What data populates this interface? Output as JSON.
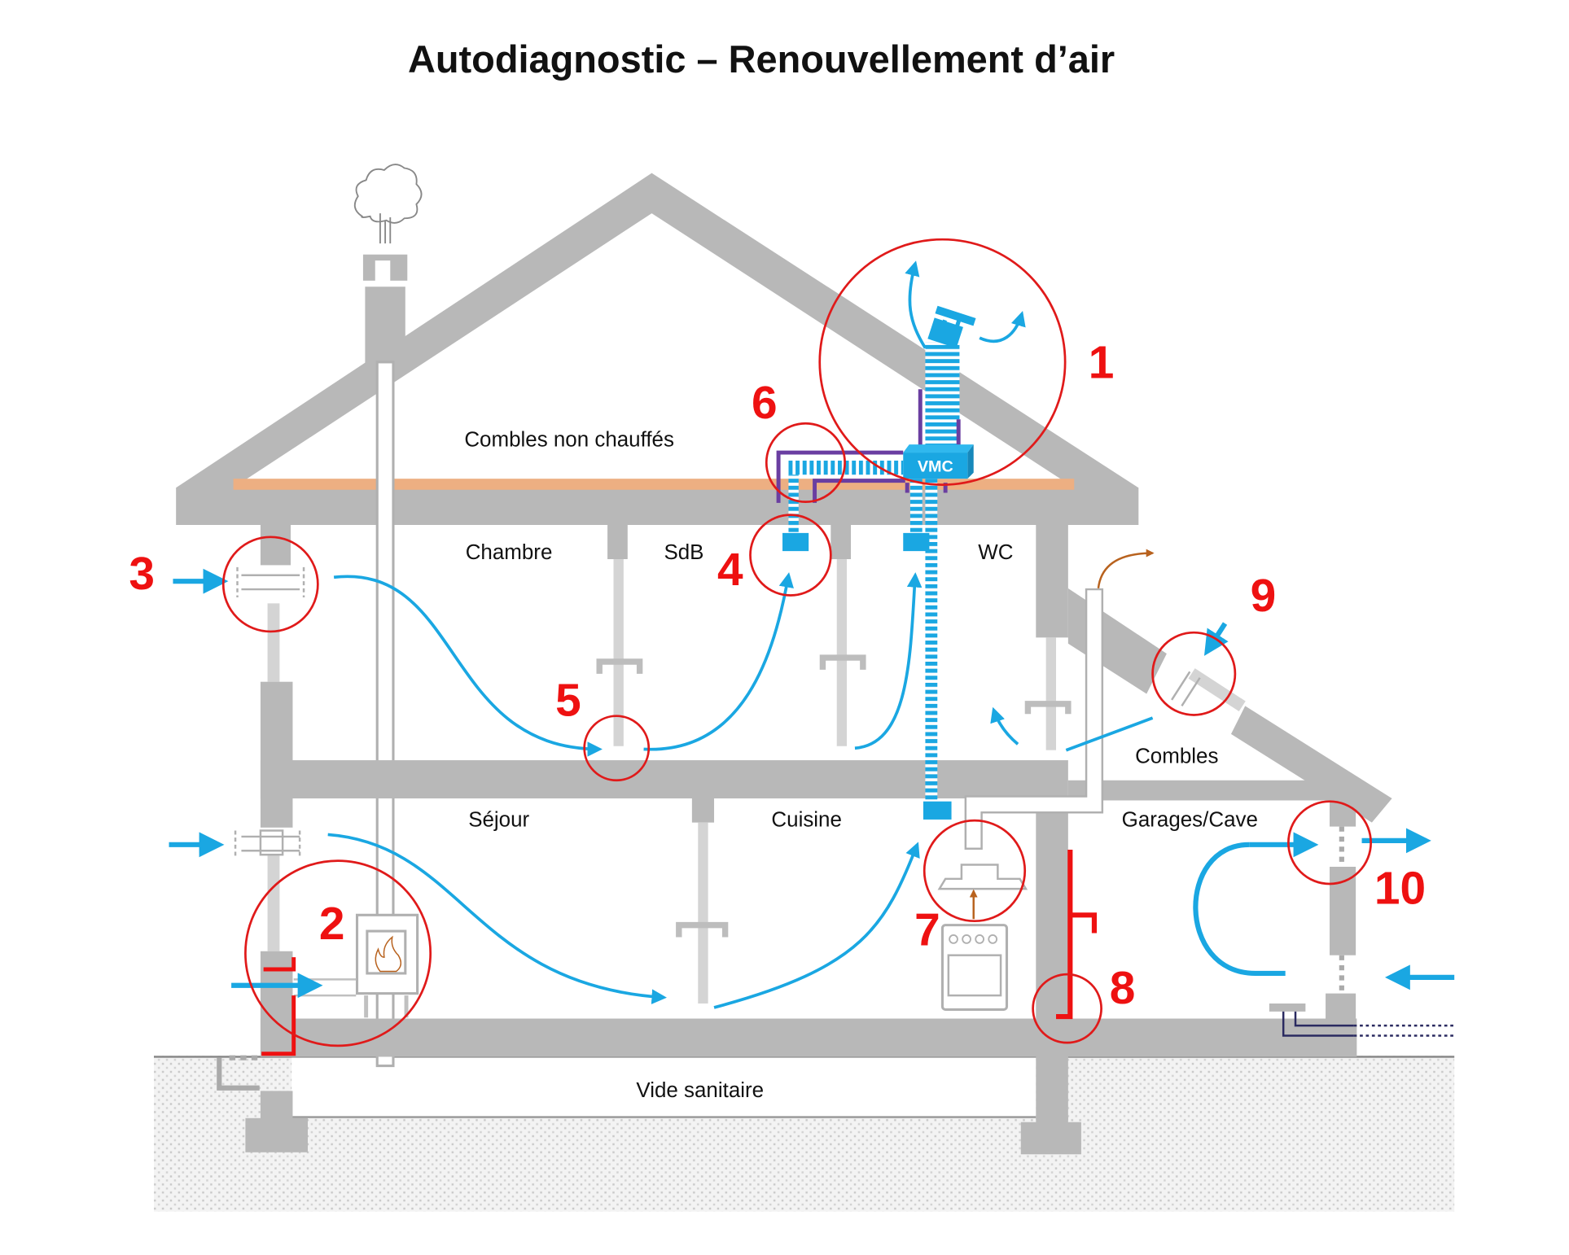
{
  "title": "Autodiagnostic – Renouvellement d’air",
  "rooms": {
    "attic": "Combles non chauffés",
    "bedroom": "Chambre",
    "bathroom": "SdB",
    "wc": "WC",
    "living": "Séjour",
    "kitchen": "Cuisine",
    "garage": "Garages/Cave",
    "side_attic": "Combles",
    "crawlspace": "Vide sanitaire"
  },
  "vmc_label": "VMC",
  "checkpoints": [
    {
      "number": "1",
      "subject": "roof-outlet"
    },
    {
      "number": "2",
      "subject": "wood-stove-air-intake"
    },
    {
      "number": "3",
      "subject": "window-air-inlet"
    },
    {
      "number": "4",
      "subject": "extraction-vent"
    },
    {
      "number": "5",
      "subject": "door-undercut"
    },
    {
      "number": "6",
      "subject": "duct-network"
    },
    {
      "number": "7",
      "subject": "kitchen-hood"
    },
    {
      "number": "8",
      "subject": "boiler-flue"
    },
    {
      "number": "9",
      "subject": "roof-window-inlet"
    },
    {
      "number": "10",
      "subject": "garage-vents"
    }
  ],
  "colors": {
    "wall": "#b8b8b8",
    "insulation": "#edaf82",
    "airflow": "#1aa7e2",
    "marker": "#e01a1a",
    "duct_frame": "#6a3ea1",
    "hot_air": "#b8621e"
  }
}
